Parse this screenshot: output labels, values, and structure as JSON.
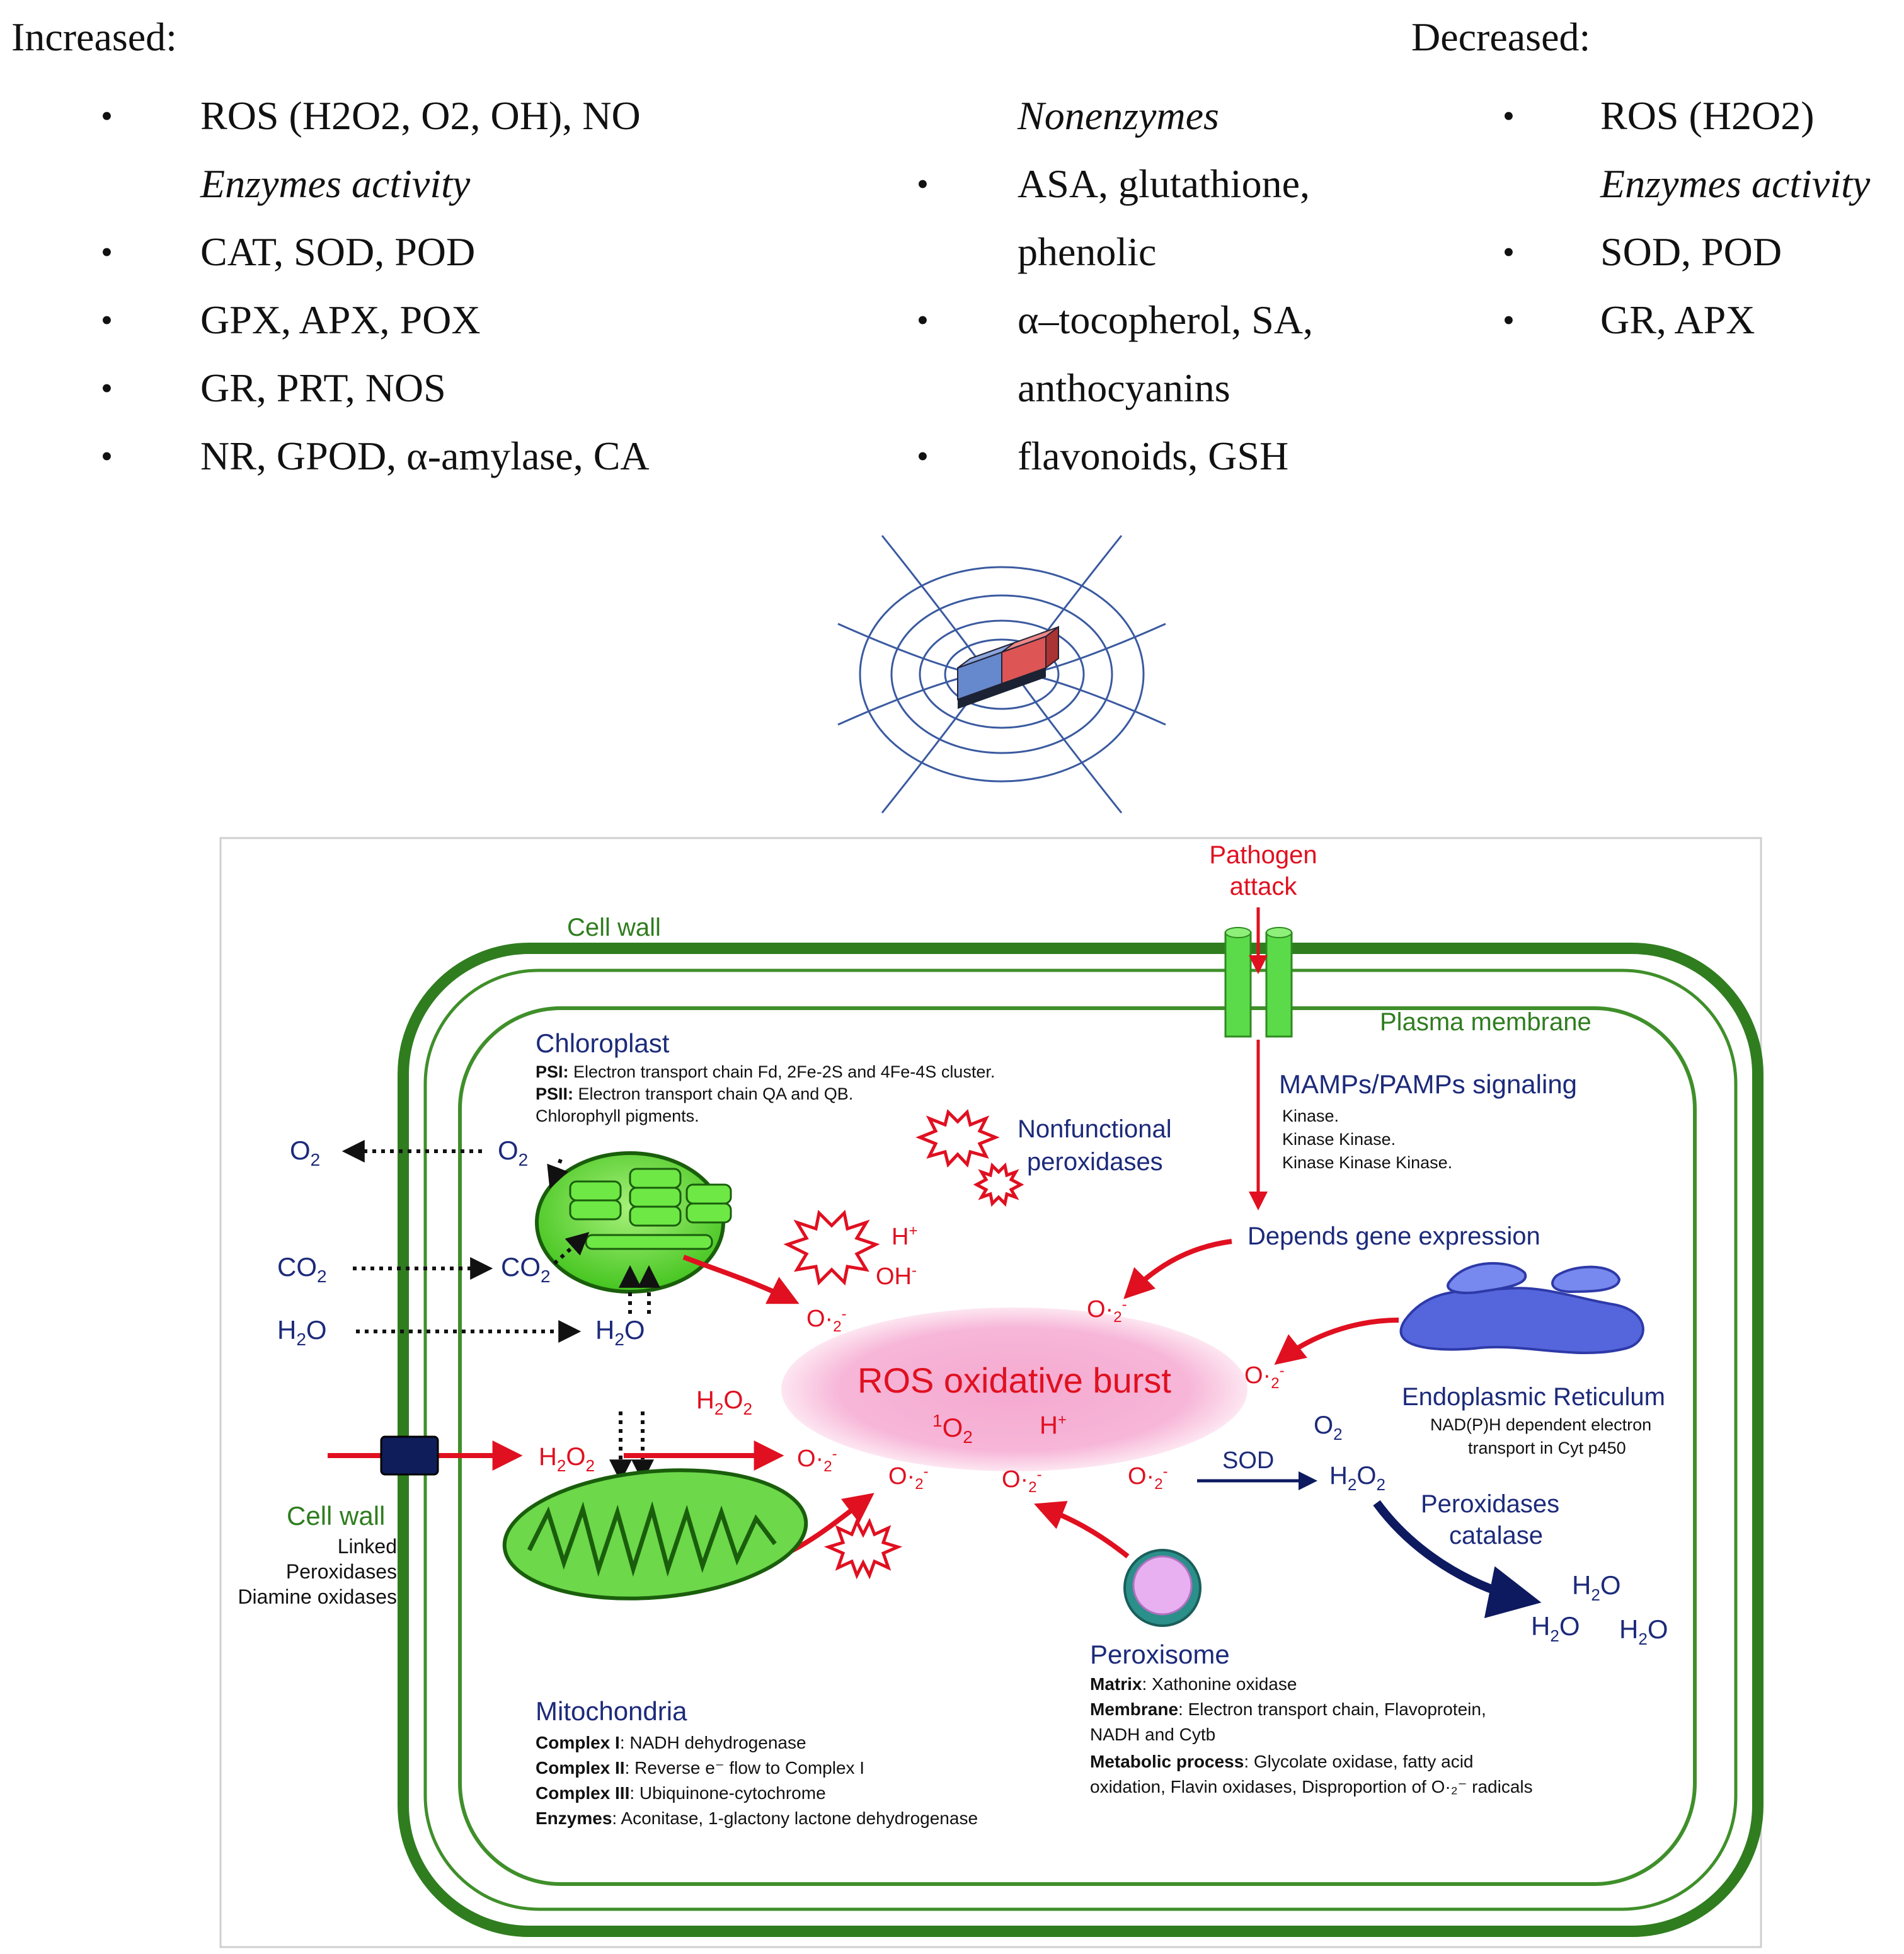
{
  "increased": {
    "heading": "Increased:",
    "items": [
      {
        "bullet": true,
        "text": "ROS (H2O2, O2, OH), NO",
        "italic": false
      },
      {
        "bullet": false,
        "text": "Enzymes activity",
        "italic": true
      },
      {
        "bullet": true,
        "text": "CAT, SOD, POD",
        "italic": false
      },
      {
        "bullet": true,
        "text": "GPX, APX, POX",
        "italic": false
      },
      {
        "bullet": true,
        "text": "GR, PRT, NOS",
        "italic": false
      },
      {
        "bullet": true,
        "text": "NR, GPOD, α-amylase, CA",
        "italic": false
      }
    ]
  },
  "nonenzymes": {
    "items": [
      {
        "bullet": false,
        "text": "Nonenzymes",
        "italic": true
      },
      {
        "bullet": true,
        "text": "ASA, glutathione,",
        "italic": false
      },
      {
        "bullet": false,
        "text": "phenolic",
        "italic": false
      },
      {
        "bullet": true,
        "text": "α–tocopherol, SA,",
        "italic": false
      },
      {
        "bullet": false,
        "text": "anthocyanins",
        "italic": false
      },
      {
        "bullet": true,
        "text": "flavonoids, GSH",
        "italic": false
      }
    ]
  },
  "decreased": {
    "heading": "Decreased:",
    "items": [
      {
        "bullet": true,
        "text": "ROS (H2O2)",
        "italic": false
      },
      {
        "bullet": false,
        "text": "Enzymes activity",
        "italic": true
      },
      {
        "bullet": true,
        "text": "SOD, POD",
        "italic": false
      },
      {
        "bullet": true,
        "text": "GR, APX",
        "italic": false
      }
    ]
  },
  "diagram": {
    "pathogen_1": "Pathogen",
    "pathogen_2": "attack",
    "cell_wall_top": "Cell wall",
    "plasma_membrane": "Plasma membrane",
    "chloroplast": {
      "title": "Chloroplast",
      "psi_label": "PSI:",
      "psi_text": " Electron transport chain Fd, 2Fe-2S and 4Fe-4S cluster.",
      "psii_label": "PSII:",
      "psii_text": " Electron transport chain QA and QB.",
      "pigments": "Chlorophyll pigments."
    },
    "nonfunctional_1": "Nonfunctional",
    "nonfunctional_2": "peroxidases",
    "mamps": {
      "title": "MAMPs/PAMPs signaling",
      "line1": "Kinase.",
      "line2": "Kinase Kinase.",
      "line3": "Kinase Kinase Kinase."
    },
    "depends_gene": "Depends gene expression",
    "ros_burst": "ROS oxidative burst",
    "er": {
      "title": "Endoplasmic Reticulum",
      "line1": "NAD(P)H dependent electron",
      "line2": "transport in Cyt p450"
    },
    "sod": "SOD",
    "peroxidases_1": "Peroxidases",
    "peroxidases_2": "catalase",
    "cell_wall_left": {
      "title": "Cell wall",
      "line1": "Linked",
      "line2": "Peroxidases",
      "line3": "Diamine oxidases"
    },
    "mitochondria": {
      "title": "Mitochondria",
      "c1_label": "Complex I",
      "c1_text": ": NADH dehydrogenase",
      "c2_label": "Complex II",
      "c2_text": ": Reverse e⁻ flow to Complex I",
      "c3_label": "Complex III",
      "c3_text": ": Ubiquinone-cytochrome",
      "enz_label": "Enzymes",
      "enz_text": ":  Aconitase, 1-glactony lactone dehydrogenase"
    },
    "peroxisome": {
      "title": "Peroxisome",
      "matrix_label": "Matrix",
      "matrix_text": ": Xathonine oxidase",
      "membrane_label": "Membrane",
      "membrane_text": ": Electron transport chain, Flavoprotein,",
      "membrane_text2": "NADH and Cytb",
      "metabolic_label": "Metabolic process",
      "metabolic_text": ": Glycolate oxidase, fatty acid",
      "metabolic_text2": "oxidation, Flavin oxidases, Disproportion of O·₂⁻ radicals"
    },
    "species": {
      "o2": "O",
      "co2": "CO",
      "h2o_h": "H",
      "h2o_o": "O",
      "sub2": "2",
      "hplus": "H",
      "ohminus": "OH",
      "plus": "+",
      "minus": "-",
      "superoxide": "O·",
      "singlet_sup": "1"
    },
    "colors": {
      "wall_green": "#2f7d1f",
      "membrane_green": "#3f8f2a",
      "red": "#e01020",
      "navy": "#1c2a7a",
      "dark_navy": "#0d1a60",
      "ros_pink": "#f7b6d8",
      "chloroplast_green": "#59d433",
      "er_blue": "#5566dd"
    }
  }
}
